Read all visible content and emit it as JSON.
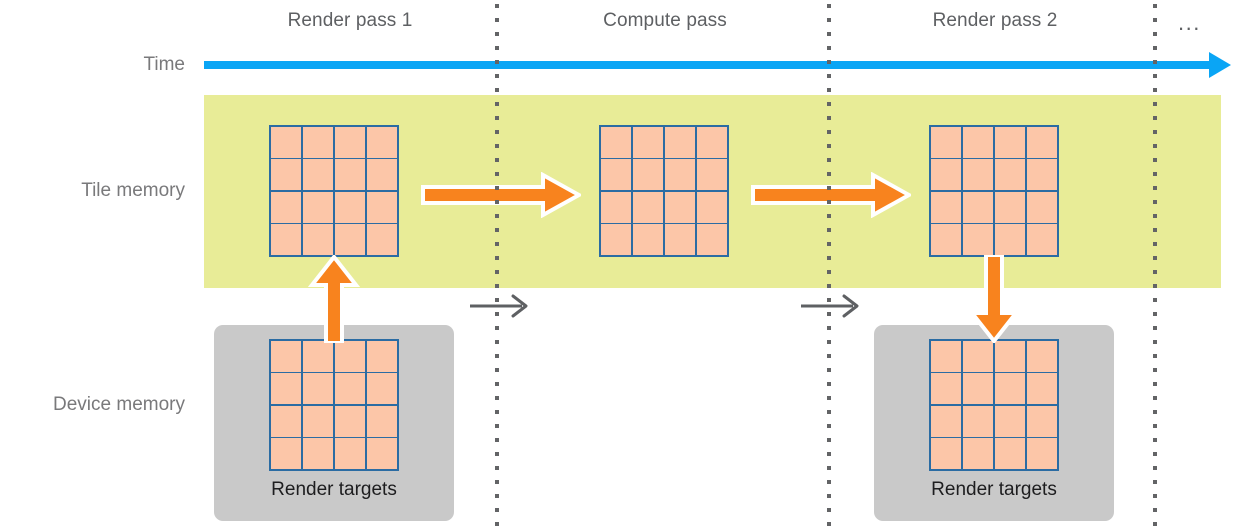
{
  "diagram": {
    "title_row": {
      "passes": [
        {
          "label": "Render pass 1"
        },
        {
          "label": "Compute pass"
        },
        {
          "label": "Render pass 2"
        }
      ],
      "continuation": "..."
    },
    "rows": [
      {
        "label": "Time"
      },
      {
        "label": "Tile memory"
      },
      {
        "label": "Device memory"
      }
    ],
    "device_memory_blocks": [
      {
        "caption": "Render targets"
      },
      {
        "caption": "Render targets"
      }
    ],
    "grids": {
      "columns": 4,
      "rows": 4,
      "cell_count": 16,
      "cell_color": "#fcc6a8",
      "line_color": "#2b6ca3"
    },
    "colors": {
      "tile_band": "#e8ec97",
      "device_box": "#c9c9c9",
      "time_axis": "#0aa5f5",
      "transfer_arrow": "#f8831e",
      "sync_arrow": "#5e6063",
      "divider": "#636466",
      "label_text": "#79797b",
      "pass_text": "#5e6063",
      "caption_text": "#1d1d1f",
      "background": "#ffffff"
    },
    "arrows": {
      "tile_to_tile": [
        {
          "from": "Render pass 1 tile memory",
          "to": "Compute pass tile memory",
          "direction": "right",
          "color": "#f8831e"
        },
        {
          "from": "Compute pass tile memory",
          "to": "Render pass 2 tile memory",
          "direction": "right",
          "color": "#f8831e"
        }
      ],
      "device_to_tile": [
        {
          "from": "Render targets (device memory)",
          "to": "Render pass 1 tile memory",
          "direction": "up",
          "color": "#f8831e"
        }
      ],
      "tile_to_device": [
        {
          "from": "Render pass 2 tile memory",
          "to": "Render targets (device memory)",
          "direction": "down",
          "color": "#f8831e"
        }
      ],
      "pass_boundary": [
        {
          "at": "between Render pass 1 and Compute pass",
          "direction": "right",
          "color": "#5e6063"
        },
        {
          "at": "between Compute pass and Render pass 2",
          "direction": "right",
          "color": "#5e6063"
        }
      ]
    }
  }
}
